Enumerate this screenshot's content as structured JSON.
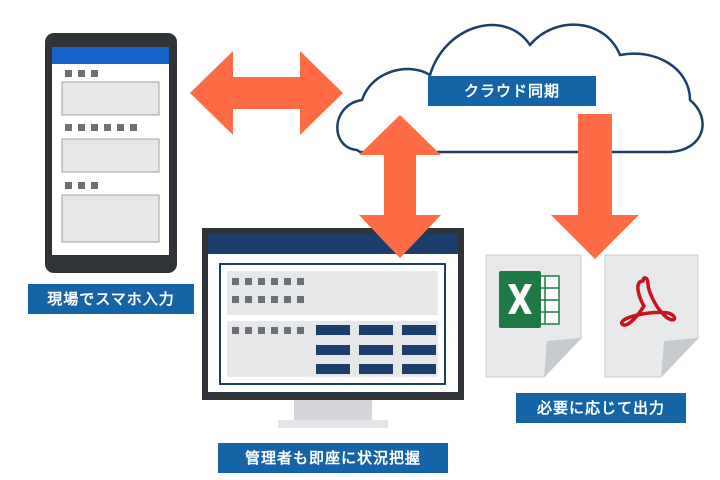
{
  "labels": {
    "smartphone": "現場でスマホ入力",
    "cloud": "クラウド同期",
    "manager": "管理者も即座に状況把握",
    "output": "必要に応じて出力"
  },
  "icons": {
    "smartphone": "smartphone-icon",
    "monitor": "monitor-icon",
    "cloud": "cloud-icon",
    "excel": "excel-file-icon",
    "pdf": "pdf-file-icon"
  },
  "colors": {
    "label_bg": "#1565a6",
    "arrow": "#ff6b45",
    "device_dark": "#303338",
    "phone_header": "#1565c9",
    "monitor_header": "#1c3e6d",
    "table_cell": "#1c3e6d",
    "cloud_outline": "#1c3e6d",
    "excel_green": "#1d7a45",
    "pdf_red": "#c8141f"
  }
}
